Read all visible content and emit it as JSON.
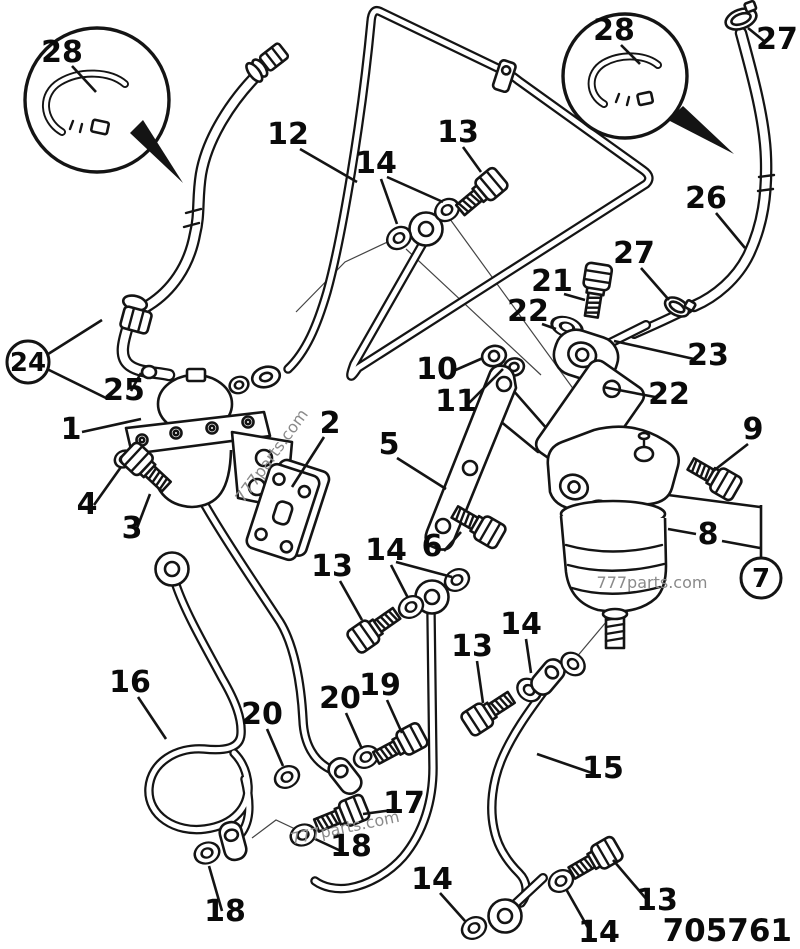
{
  "diagram": {
    "type": "exploded-parts-diagram",
    "subject": "fuel lift pump, fuel filter and fuel pipes",
    "part_number": "705761",
    "watermark": "777parts.com",
    "labels": [
      "28",
      "12",
      "14",
      "13",
      "28",
      "27",
      "26",
      "27",
      "21",
      "22",
      "23",
      "22",
      "10",
      "11",
      "24",
      "25",
      "1",
      "4",
      "3",
      "2",
      "5",
      "6",
      "9",
      "8",
      "7",
      "15",
      "16",
      "20",
      "20",
      "19",
      "17",
      "18",
      "18",
      "13",
      "14",
      "13",
      "14",
      "14",
      "13",
      "14"
    ]
  }
}
